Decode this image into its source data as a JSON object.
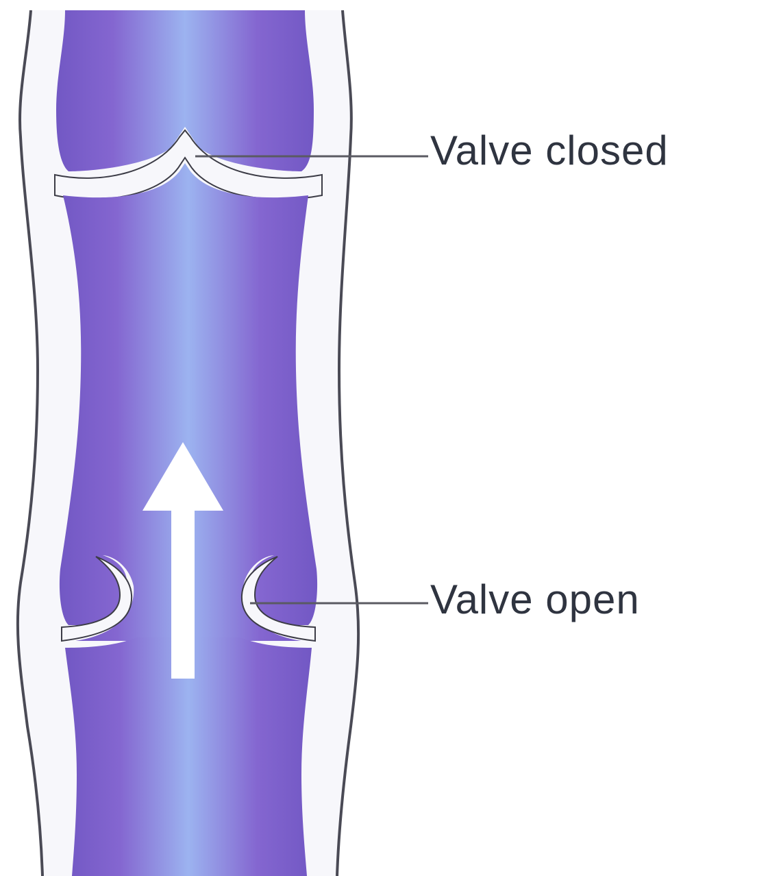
{
  "labels": {
    "valve_closed": "Valve closed",
    "valve_open": "Valve open"
  },
  "colors": {
    "lumen_dark": "#7b62c9",
    "lumen_light": "#96a9ee",
    "wall": "#f7f7fb",
    "outline": "#4a4a55",
    "arrow": "#ffffff",
    "leader_line": "#5a5a62",
    "label_text": "#2f3440"
  },
  "flow_direction": "up"
}
